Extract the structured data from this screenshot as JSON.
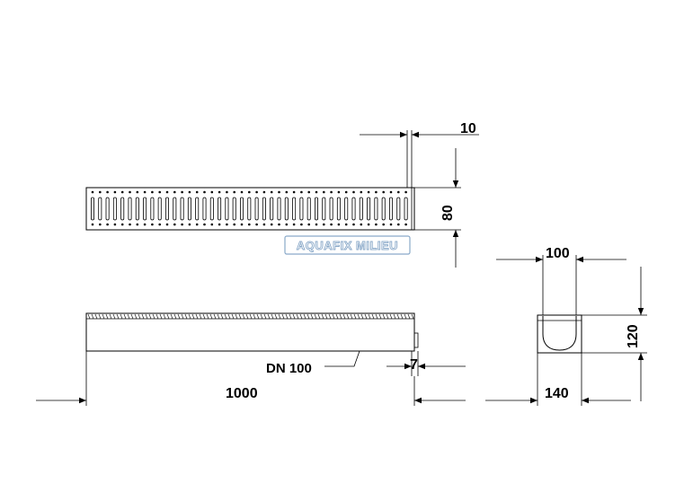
{
  "watermark": {
    "text": "AQUAFIX MILIEU",
    "color": "#8aa9c9"
  },
  "dimensions": {
    "grate_thickness": "10",
    "grate_height": "80",
    "inner_width": "100",
    "channel_height": "120",
    "outer_width": "140",
    "length": "1000",
    "offset": "7"
  },
  "labels": {
    "outlet": "DN 100"
  },
  "colors": {
    "line": "#000000",
    "background": "#ffffff"
  }
}
